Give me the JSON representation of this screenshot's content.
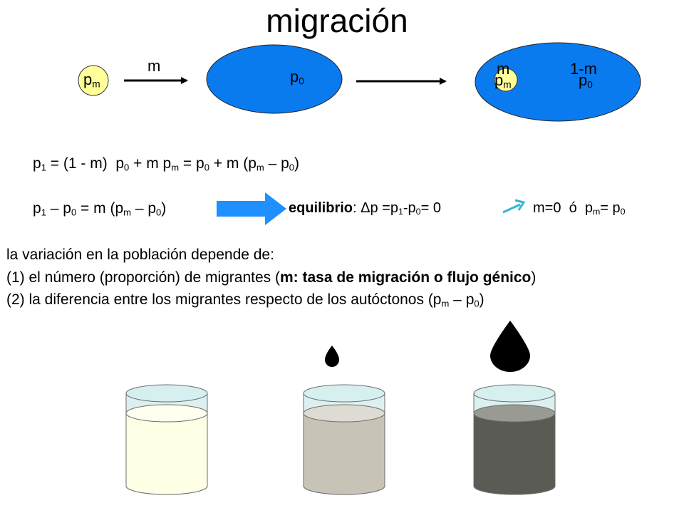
{
  "title": "migración",
  "diagram": {
    "p": "p",
    "sub_m": "m",
    "sub_0": "0",
    "arrow_label_m": "m",
    "fraction_m": "m",
    "fraction_1m": "1-m"
  },
  "equations": {
    "eq1": {
      "a": "p",
      "a_sub": "1",
      "b": " = (1 - m)  p",
      "b_sub": "0",
      "c": " + m p",
      "c_sub": "m",
      "d": " = p",
      "d_sub": "0",
      "e": " + m (p",
      "e_sub": "m",
      "f": " – p",
      "f_sub": "0",
      "g": ")"
    },
    "eq2": {
      "a": "p",
      "a_sub": "1",
      "b": " – p",
      "b_sub": "0",
      "c": " = m (p",
      "c_sub": "m",
      "d": " – p",
      "d_sub": "0",
      "e": ")"
    },
    "equilibrium": {
      "bold": "equilibrio",
      "a": ": Δp =p",
      "a_sub": "1",
      "b": "-p",
      "b_sub": "0",
      "c": "= 0"
    },
    "result": {
      "a": "m=0  ó  p",
      "a_sub": "m",
      "b": "= p",
      "b_sub": "0"
    }
  },
  "explanation": {
    "line0": "la variación en la población depende de:",
    "line1": {
      "a": "(1) el número (proporción) de migrantes (",
      "bold": "m: tasa de migración o flujo génico",
      "b": ")"
    },
    "line2": {
      "a": "(2) la diferencia entre los migrantes respecto de los autóctonos (p",
      "a_sub": "m",
      "b": " – p",
      "b_sub": "0",
      "c": ")"
    }
  },
  "colors": {
    "population": "#0A7BEF",
    "migrant": "#FFFF99",
    "fat_arrow": "#1E90FF",
    "small_arrow": "#2EB8D8",
    "glass_rim": "#D6EFEF",
    "liquid_1": "#FFFFE5",
    "liquid_2": "#C7C3B6",
    "liquid_3": "#5B5B55"
  }
}
